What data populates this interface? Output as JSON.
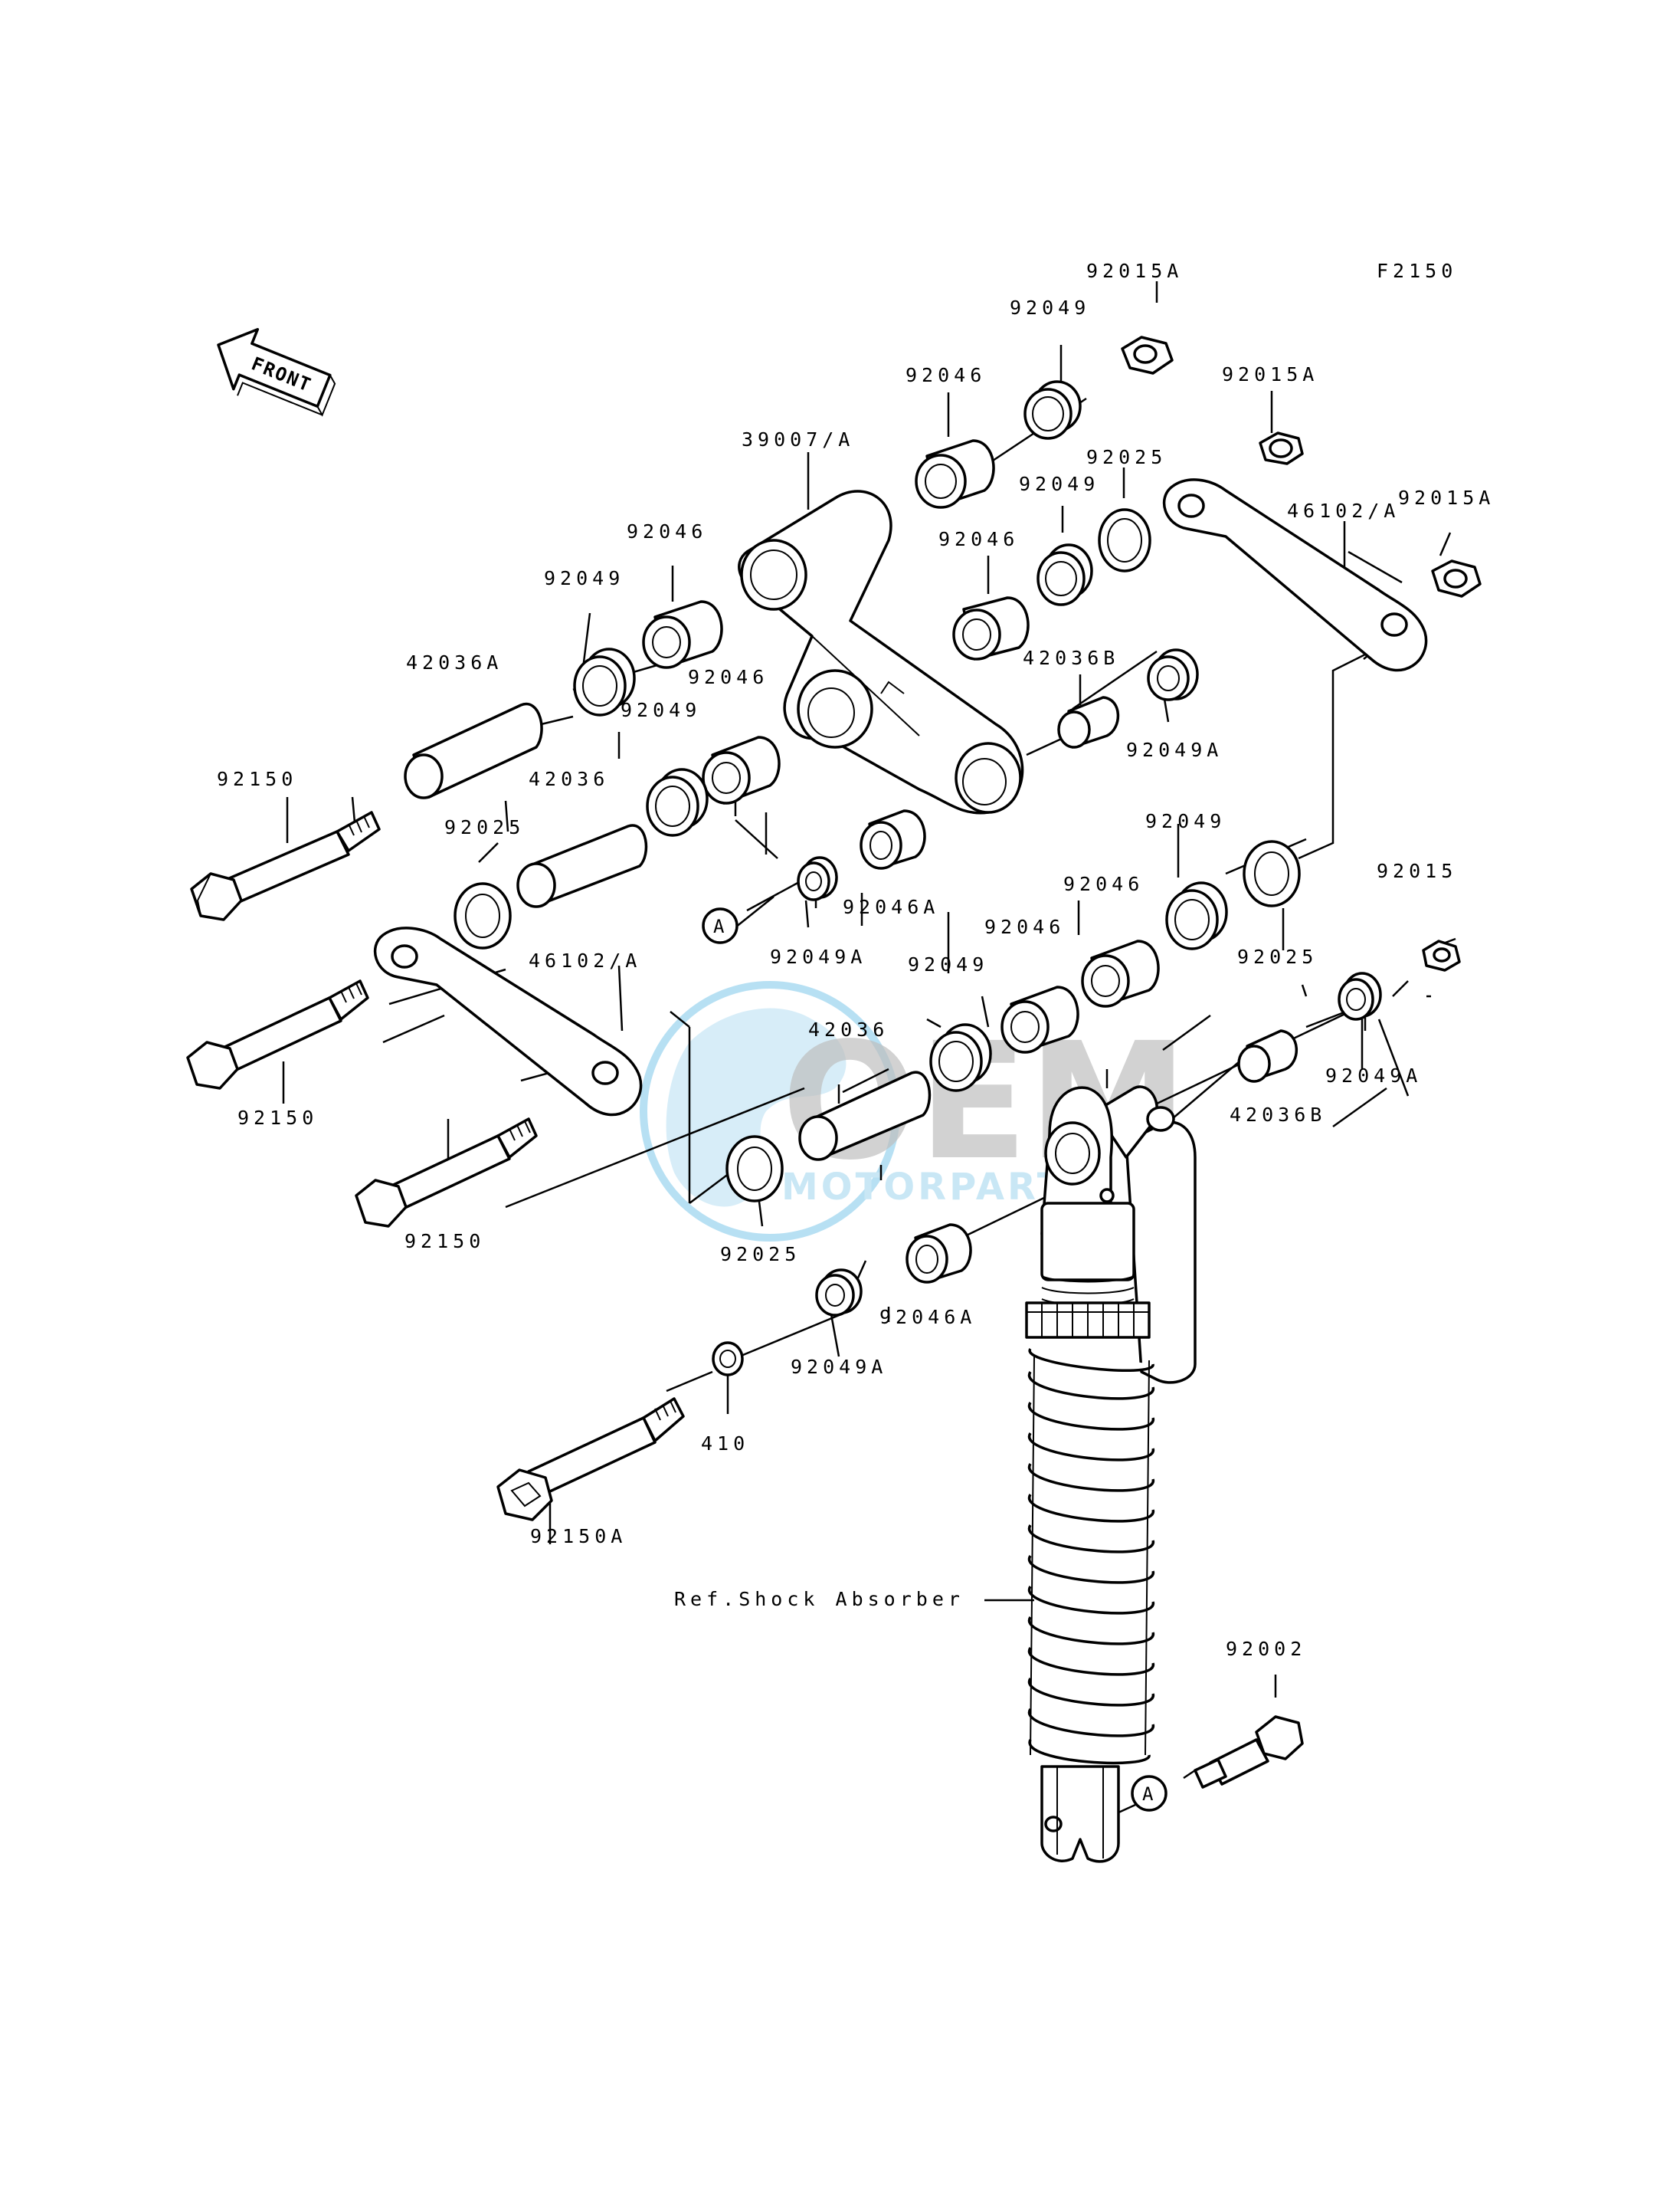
{
  "diagram_code": "F2150",
  "front_label": "FRONT",
  "marker_a": "A",
  "watermark": {
    "brand": "OEM",
    "sub": "MOTORPARTS",
    "color": "#7ec8ea"
  },
  "labels": {
    "l_92015A_1": "92015A",
    "l_92049_1": "92049",
    "l_92046_1": "92046",
    "l_39007A": "39007/A",
    "l_92015A_2": "92015A",
    "l_92025_1": "92025",
    "l_92049_2": "92049",
    "l_46102A_1": "46102/A",
    "l_92015A_3": "92015A",
    "l_92046_2": "92046",
    "l_92046_3": "92046",
    "l_92049_3": "92049",
    "l_42036A": "42036A",
    "l_42036B_1": "42036B",
    "l_92046_4": "92046",
    "l_92049_4": "92049",
    "l_92049A_1": "92049A",
    "l_42036_1": "42036",
    "l_92150_1": "92150",
    "l_92025_2": "92025",
    "l_92046A_1": "92046A",
    "l_92049_5": "92049",
    "l_92015": "92015",
    "l_92046_5": "92046",
    "l_46102A_2": "46102/A",
    "l_92049A_2": "92049A",
    "l_92046_6": "92046",
    "l_92025_3": "92025",
    "l_92049_6": "92049",
    "l_42036_2": "42036",
    "l_92150_2": "92150",
    "l_42036B_2": "42036B",
    "l_92049A_3": "92049A",
    "l_92150_3": "92150",
    "l_92025_4": "92025",
    "l_92046A_2": "92046A",
    "l_92049A_4": "92049A",
    "l_410": "410",
    "l_92150A": "92150A",
    "l_ref": "Ref.Shock Absorber",
    "l_92002": "92002"
  }
}
